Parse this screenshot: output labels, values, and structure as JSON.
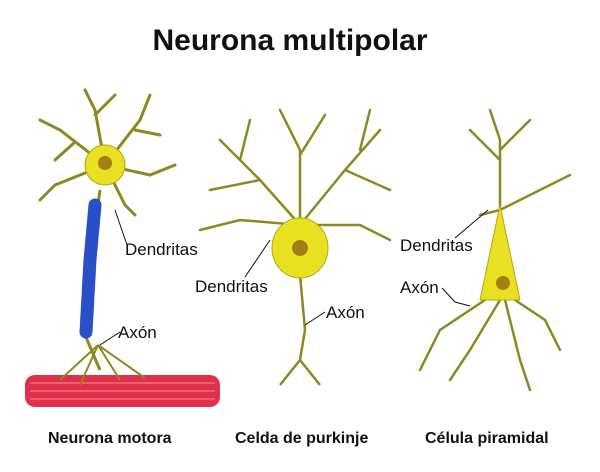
{
  "title": "Neurona multipolar",
  "neurons": [
    {
      "caption": "Neurona motora",
      "dendrites_label": "Dendritas",
      "axon_label": "Axón"
    },
    {
      "caption": "Celda de purkinje",
      "dendrites_label": "Dendritas",
      "axon_label": "Axón"
    },
    {
      "caption": "Célula piramidal",
      "dendrites_label": "Dendritas",
      "axon_label": "Axón"
    }
  ],
  "colors": {
    "soma": "#e8e020",
    "dendrite": "#8a8a20",
    "myelin": "#2a50c8",
    "muscle": "#e0304a"
  }
}
